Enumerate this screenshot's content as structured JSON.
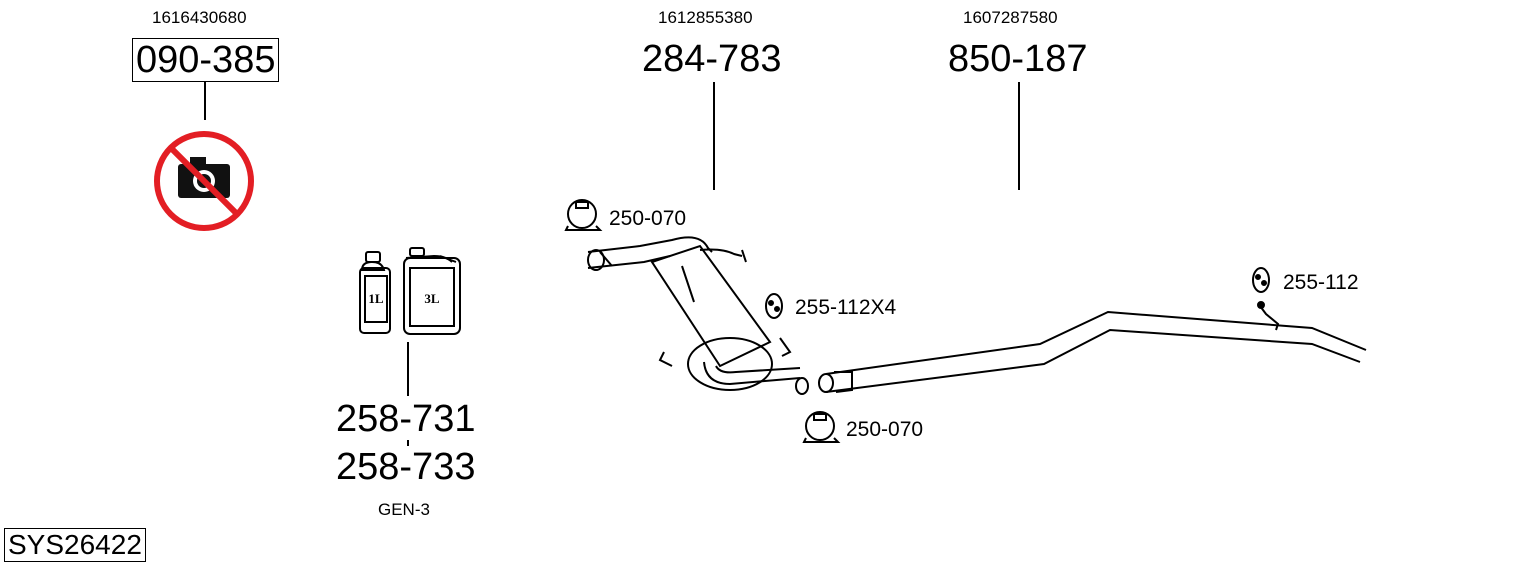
{
  "parts": [
    {
      "oe": "1616430680",
      "number": "090-385"
    },
    {
      "oe": "1612855380",
      "number": "284-783"
    },
    {
      "oe": "1607287580",
      "number": "850-187"
    }
  ],
  "fluids": {
    "number_1": "258-731",
    "number_2": "258-733",
    "generation": "GEN-3",
    "can_small": "1L",
    "can_large": "3L"
  },
  "fittings": {
    "clamp_front": "250-070",
    "clamp_rear": "250-070",
    "mount_middle": "255-112X4",
    "mount_rear": "255-112"
  },
  "system": "SYS26422",
  "icons": [
    "no-photo-icon",
    "bottle-icon",
    "canister-icon",
    "clamp-icon",
    "rubber-mount-icon"
  ],
  "colors": {
    "prohibition": "#e31e24",
    "line": "#000000"
  }
}
